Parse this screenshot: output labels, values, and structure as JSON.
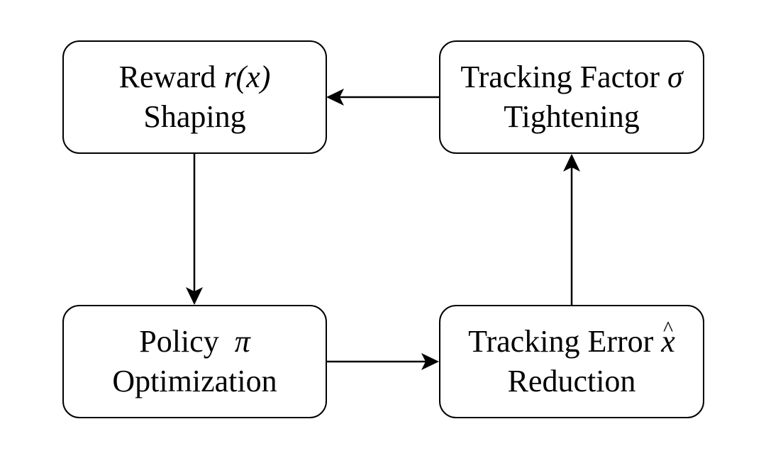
{
  "nodes": {
    "reward": {
      "line1_text": "Reward ",
      "line1_math": "r(x)",
      "line2": "Shaping"
    },
    "tracking_factor": {
      "line1_text": "Tracking Factor ",
      "line1_math": "σ",
      "line2": "Tightening"
    },
    "policy": {
      "line1_text": "Policy  ",
      "line1_math": "π",
      "line2": "Optimization"
    },
    "tracking_error": {
      "line1_text": "Tracking Error ",
      "line1_math": "x",
      "line2": "Reduction"
    }
  },
  "edges": [
    {
      "from": "reward",
      "to": "policy"
    },
    {
      "from": "policy",
      "to": "tracking_error"
    },
    {
      "from": "tracking_error",
      "to": "tracking_factor"
    },
    {
      "from": "tracking_factor",
      "to": "reward"
    }
  ]
}
